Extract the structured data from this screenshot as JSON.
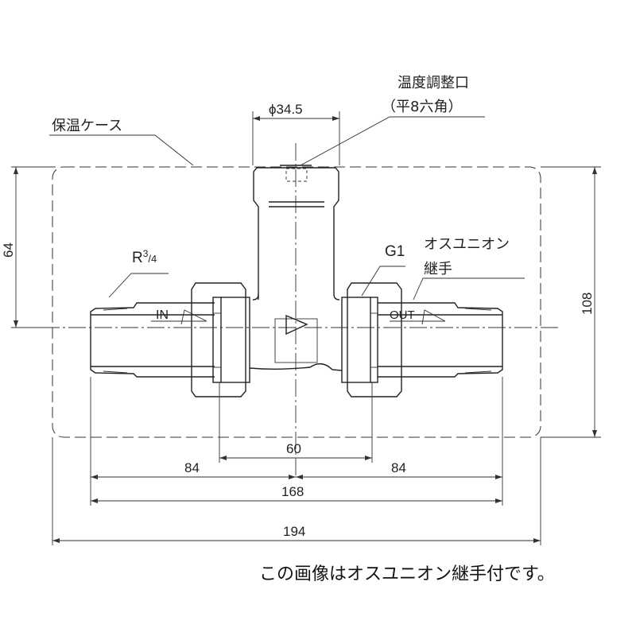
{
  "labels": {
    "temp_port": "温度調整口",
    "hex": "（平8六角）",
    "insulation_case": "保温ケース",
    "inlet_thread": "R",
    "inlet_thread_sup": "3",
    "inlet_thread_sub": "/4",
    "outlet_thread": "G1",
    "union_line1": "オスユニオン",
    "union_line2": "継手",
    "in": "IN",
    "out": "OUT"
  },
  "dimensions": {
    "stem_diameter": "ϕ34.5",
    "height_center": "64",
    "height_total": "108",
    "union_spacing": "60",
    "left_half": "84",
    "right_half": "84",
    "body_length": "168",
    "case_length": "194"
  },
  "footer": "この画像はオスユニオン継手付です。"
}
